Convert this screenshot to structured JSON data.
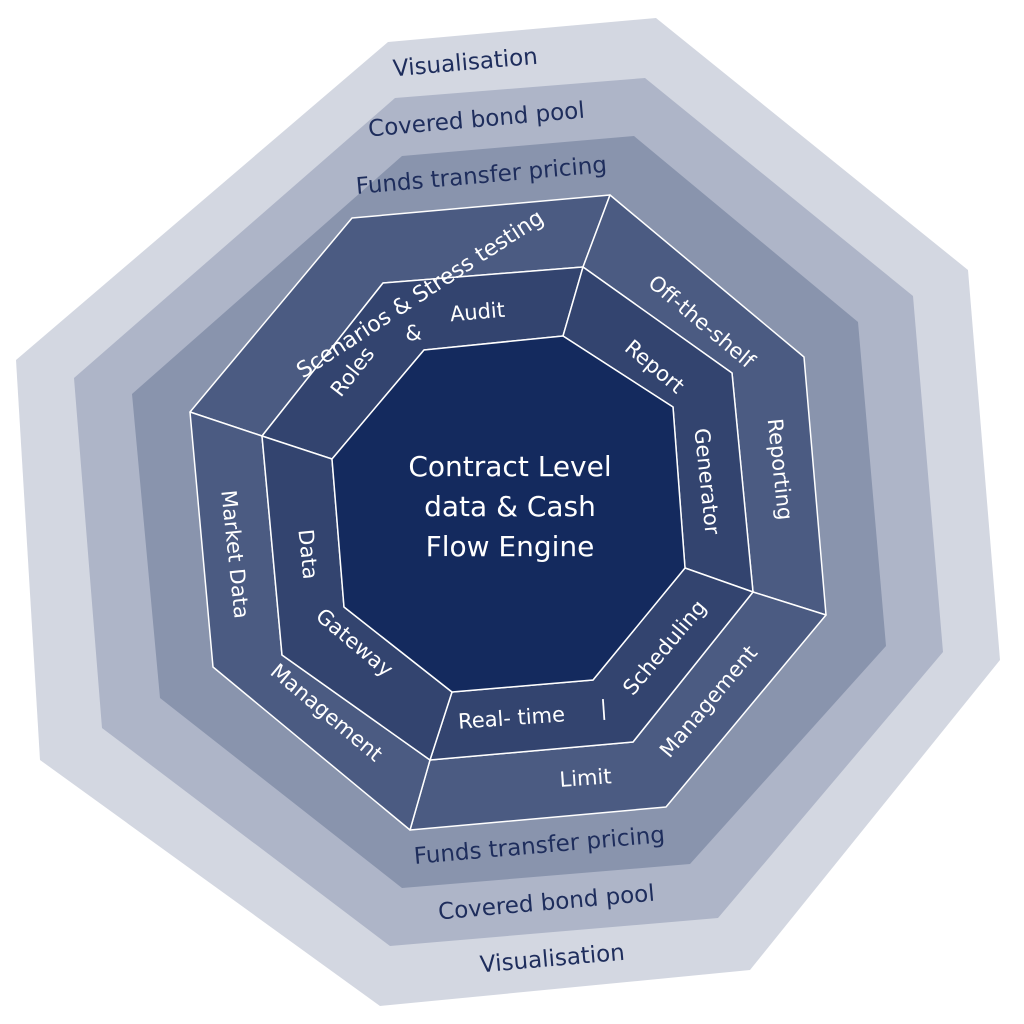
{
  "rings": {
    "visualisation": {
      "label": "Visualisation",
      "color": "#d3d7e1"
    },
    "covered_bond_pool": {
      "label": "Covered bond pool",
      "color": "#aeb5c8"
    },
    "funds_transfer_pricing": {
      "label": "Funds transfer pricing",
      "color": "#8994ad"
    }
  },
  "outer_segments": {
    "color": "#4b5b82",
    "items": [
      {
        "id": "scenarios",
        "label": "Scenarios & Stress testing"
      },
      {
        "id": "reporting",
        "label_a": "Off-the-shelf",
        "label_b": "Reporting"
      },
      {
        "id": "limit",
        "label_a": "Limit",
        "label_b": "Management"
      },
      {
        "id": "market-data",
        "label_a": "Market Data",
        "label_b": "Management"
      }
    ]
  },
  "inner_segments": {
    "color": "#33446f",
    "items": [
      {
        "id": "roles",
        "label_a": "Roles",
        "label_b": "&",
        "label_c": "Audit"
      },
      {
        "id": "report-gen",
        "label_a": "Report",
        "label_b": "Generator"
      },
      {
        "id": "realtime",
        "label_a": "Real- time",
        "label_b": "|",
        "label_c": "Scheduling"
      },
      {
        "id": "data-gateway",
        "label_a": "Data",
        "label_b": "Gateway"
      }
    ]
  },
  "core": {
    "color": "#142a5e",
    "line1": "Contract Level",
    "line2": "data & Cash",
    "line3": "Flow Engine"
  }
}
